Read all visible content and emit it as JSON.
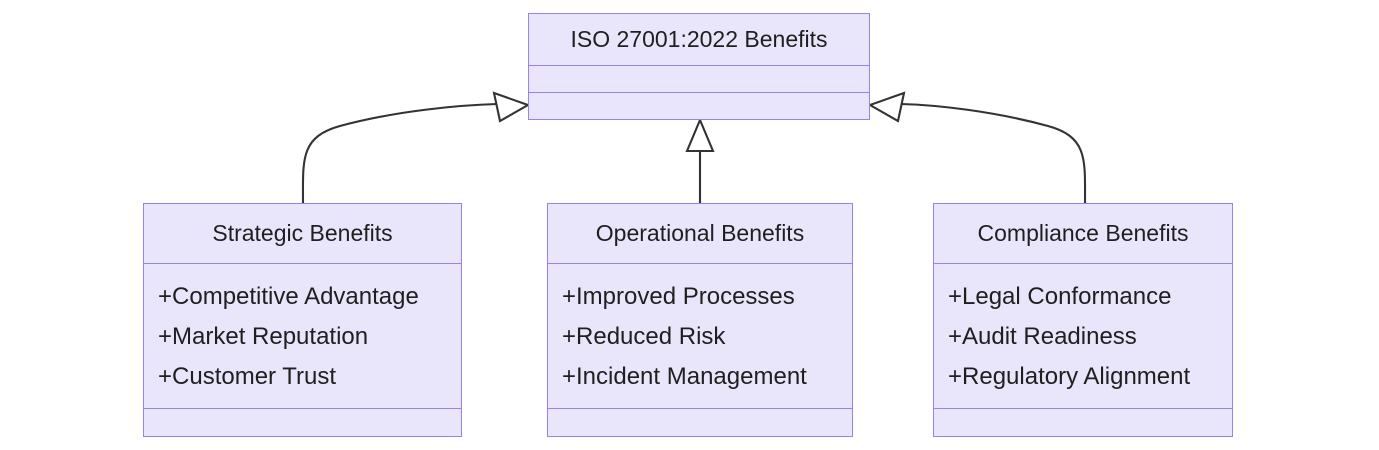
{
  "diagram": {
    "type": "uml-class-diagram",
    "title": "ISO 27001:2022 Benefits",
    "style": {
      "node_fill": "#e9e5fb",
      "node_border": "#9d7ff0",
      "edge_color": "#333333",
      "text_color": "#1f1f1f",
      "background": "#ffffff"
    },
    "root": {
      "name": "ISO 27001:2022 Benefits",
      "attributes": [],
      "methods": []
    },
    "children": [
      {
        "name": "Strategic Benefits",
        "attributes": [
          "+Competitive Advantage",
          "+Market Reputation",
          "+Customer Trust"
        ],
        "methods": []
      },
      {
        "name": "Operational Benefits",
        "attributes": [
          "+Improved Processes",
          "+Reduced Risk",
          "+Incident Management"
        ],
        "methods": []
      },
      {
        "name": "Compliance Benefits",
        "attributes": [
          "+Legal Conformance",
          "+Audit Readiness",
          "+Regulatory Alignment"
        ],
        "methods": []
      }
    ],
    "relationships": [
      {
        "from": "Strategic Benefits",
        "to": "ISO 27001:2022 Benefits",
        "kind": "generalization",
        "marker": "hollow-triangle"
      },
      {
        "from": "Operational Benefits",
        "to": "ISO 27001:2022 Benefits",
        "kind": "generalization",
        "marker": "hollow-triangle"
      },
      {
        "from": "Compliance Benefits",
        "to": "ISO 27001:2022 Benefits",
        "kind": "generalization",
        "marker": "hollow-triangle"
      }
    ]
  }
}
